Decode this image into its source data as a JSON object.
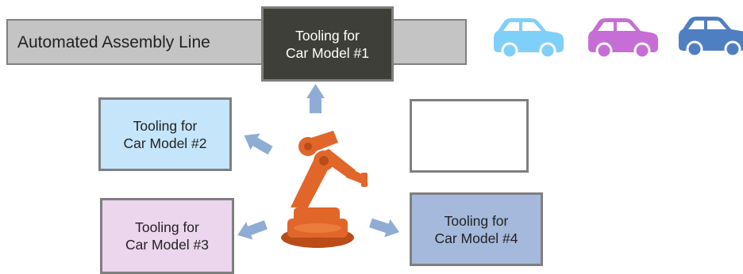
{
  "assembly_line": {
    "label": "Automated Assembly Line"
  },
  "tooling": [
    {
      "text": "Tooling for\nCar Model #1",
      "color": "#3f3f3a"
    },
    {
      "text": "Tooling for\nCar Model #2",
      "color": "#c5e5fb"
    },
    {
      "text": "Tooling for\nCar Model #3",
      "color": "#ecd6ee"
    },
    {
      "text": "Tooling for\nCar Model #4",
      "color": "#a4b9dc"
    }
  ],
  "empty_slot": {
    "color": "#ffffff"
  },
  "cars": [
    {
      "icon": "car-icon",
      "color": "#7fd0f8"
    },
    {
      "icon": "car-icon",
      "color": "#c76ed6"
    },
    {
      "icon": "car-icon",
      "color": "#4f7fc3"
    }
  ],
  "robot": {
    "icon": "robot-arm-icon",
    "color": "#e0662a"
  },
  "arrow_color": "#8fadd4"
}
